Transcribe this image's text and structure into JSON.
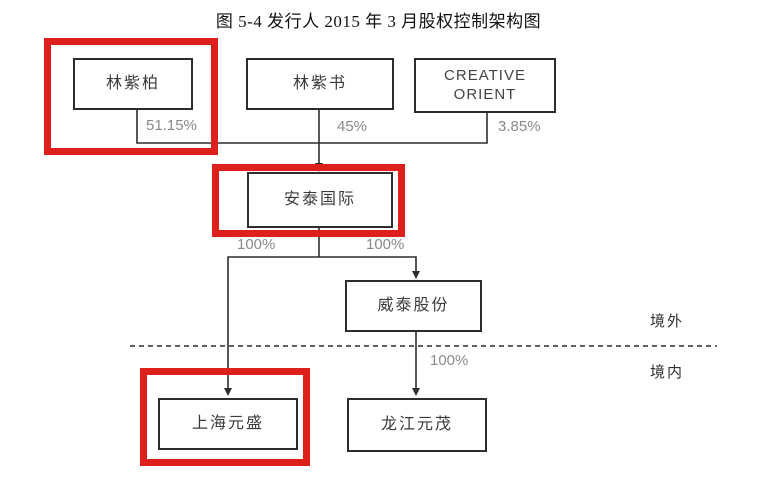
{
  "title": "图 5-4 发行人 2015 年 3 月股权控制架构图",
  "colors": {
    "highlight_red": "#dd201b",
    "line": "#2d2d2d",
    "percent_gray": "#8a8a8a"
  },
  "nodes": {
    "lin_zibai": {
      "label": "林紫柏",
      "highlighted": true
    },
    "lin_zishu": {
      "label": "林紫书",
      "highlighted": false
    },
    "creative_orient": {
      "label": "CREATIVE\nORIENT",
      "highlighted": false
    },
    "antai_international": {
      "label": "安泰国际",
      "highlighted": true
    },
    "weitai_shares": {
      "label": "威泰股份",
      "highlighted": false
    },
    "shanghai_yuansheng": {
      "label": "上海元盛",
      "highlighted": true
    },
    "longjiang_yuanmao": {
      "label": "龙江元茂",
      "highlighted": false
    }
  },
  "edge_labels": {
    "lin_zibai_to_antai": "51.15%",
    "lin_zishu_to_antai": "45%",
    "creative_orient_to_antai": "3.85%",
    "antai_to_shanghai_yuansheng": "100%",
    "antai_to_weitai": "100%",
    "weitai_to_longjiang_yuanmao": "100%"
  },
  "regions": {
    "overseas": "境外",
    "domestic": "境内"
  }
}
